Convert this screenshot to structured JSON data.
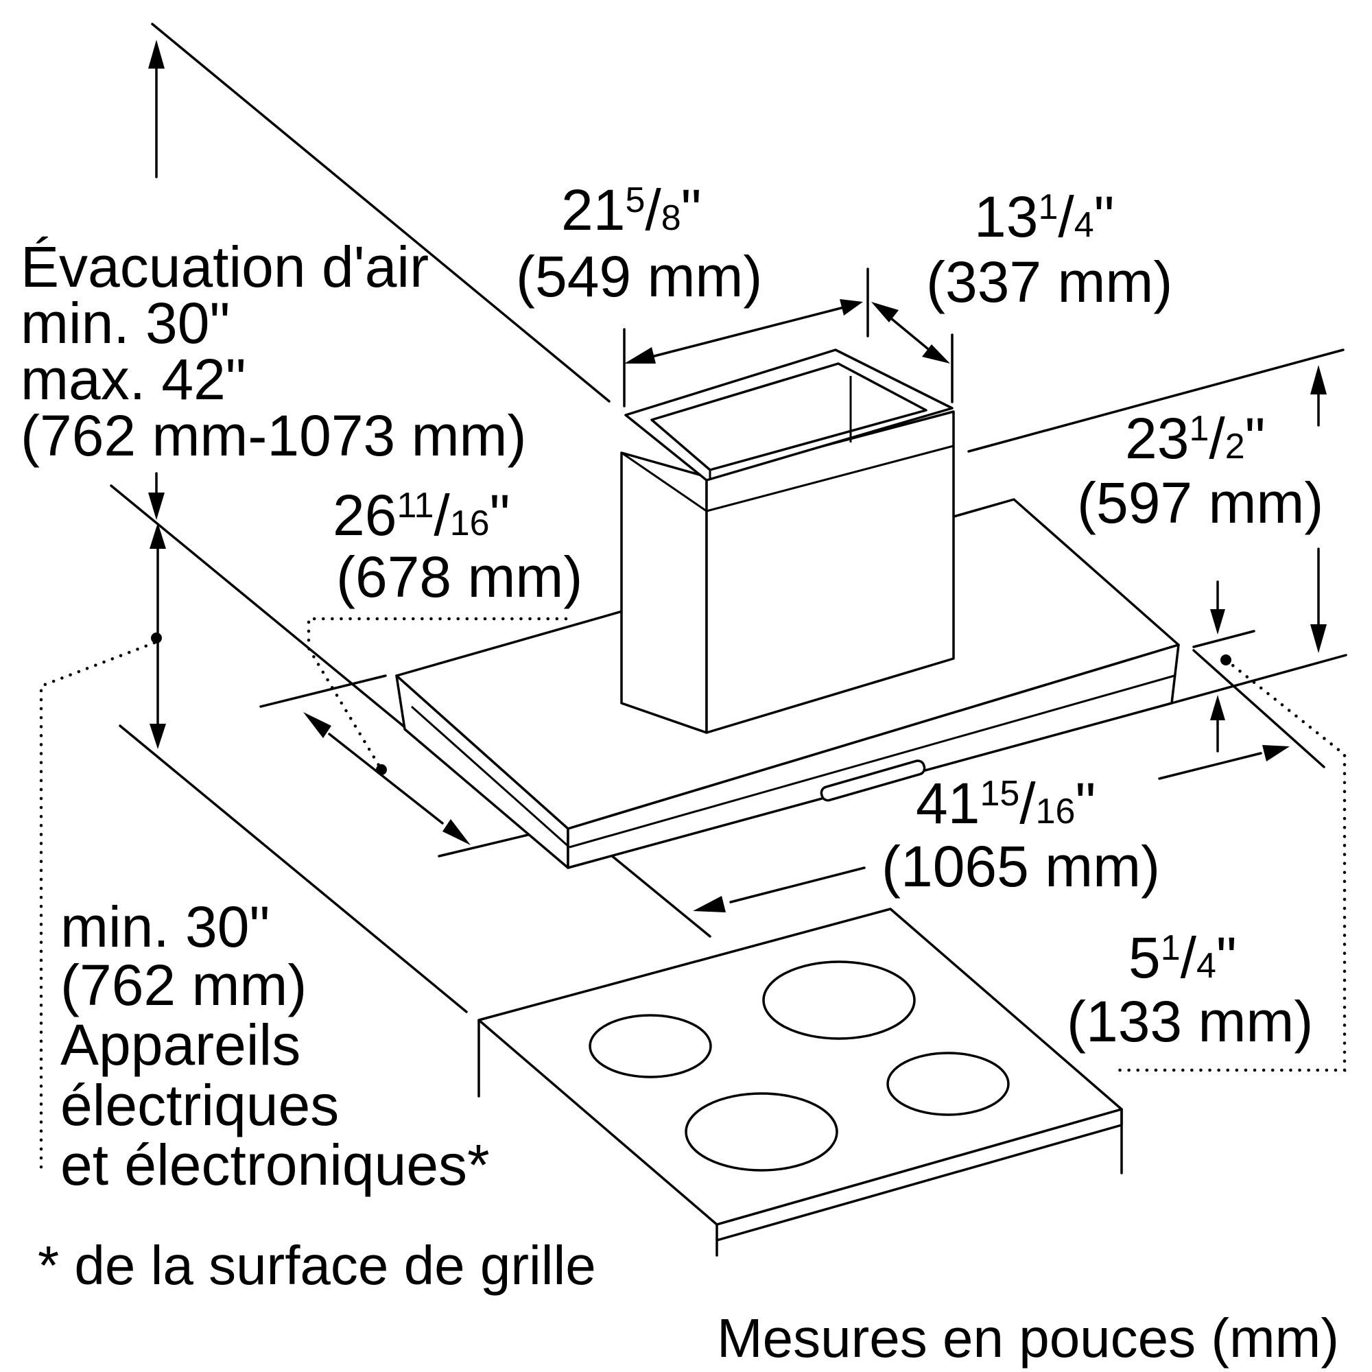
{
  "labels": {
    "air_exhaust": [
      "Évacuation d'air",
      "min. 30\"",
      "max. 42\"",
      "(762 mm-1073 mm)"
    ],
    "chimney_width": {
      "whole": "21",
      "num": "5",
      "den": "8",
      "mm": "(549 mm)"
    },
    "chimney_depth": {
      "whole": "13",
      "num": "1",
      "den": "4",
      "mm": "(337 mm)"
    },
    "hood_depth": {
      "whole": "26",
      "num": "11",
      "den": "16",
      "mm": "(678 mm)"
    },
    "hood_height": {
      "whole": "23",
      "num": "1",
      "den": "2",
      "mm": "(597 mm)"
    },
    "hood_width": {
      "whole": "41",
      "num": "15",
      "den": "16",
      "mm": "(1065 mm)"
    },
    "canopy_height": {
      "whole": "5",
      "num": "1",
      "den": "4",
      "mm": "(133 mm)"
    },
    "clearance": [
      "min. 30\"",
      "(762 mm)",
      "Appareils",
      "électriques",
      "et électroniques*"
    ],
    "footnote": "* de la surface de grille",
    "units_note": "Mesures en pouces (mm)"
  }
}
